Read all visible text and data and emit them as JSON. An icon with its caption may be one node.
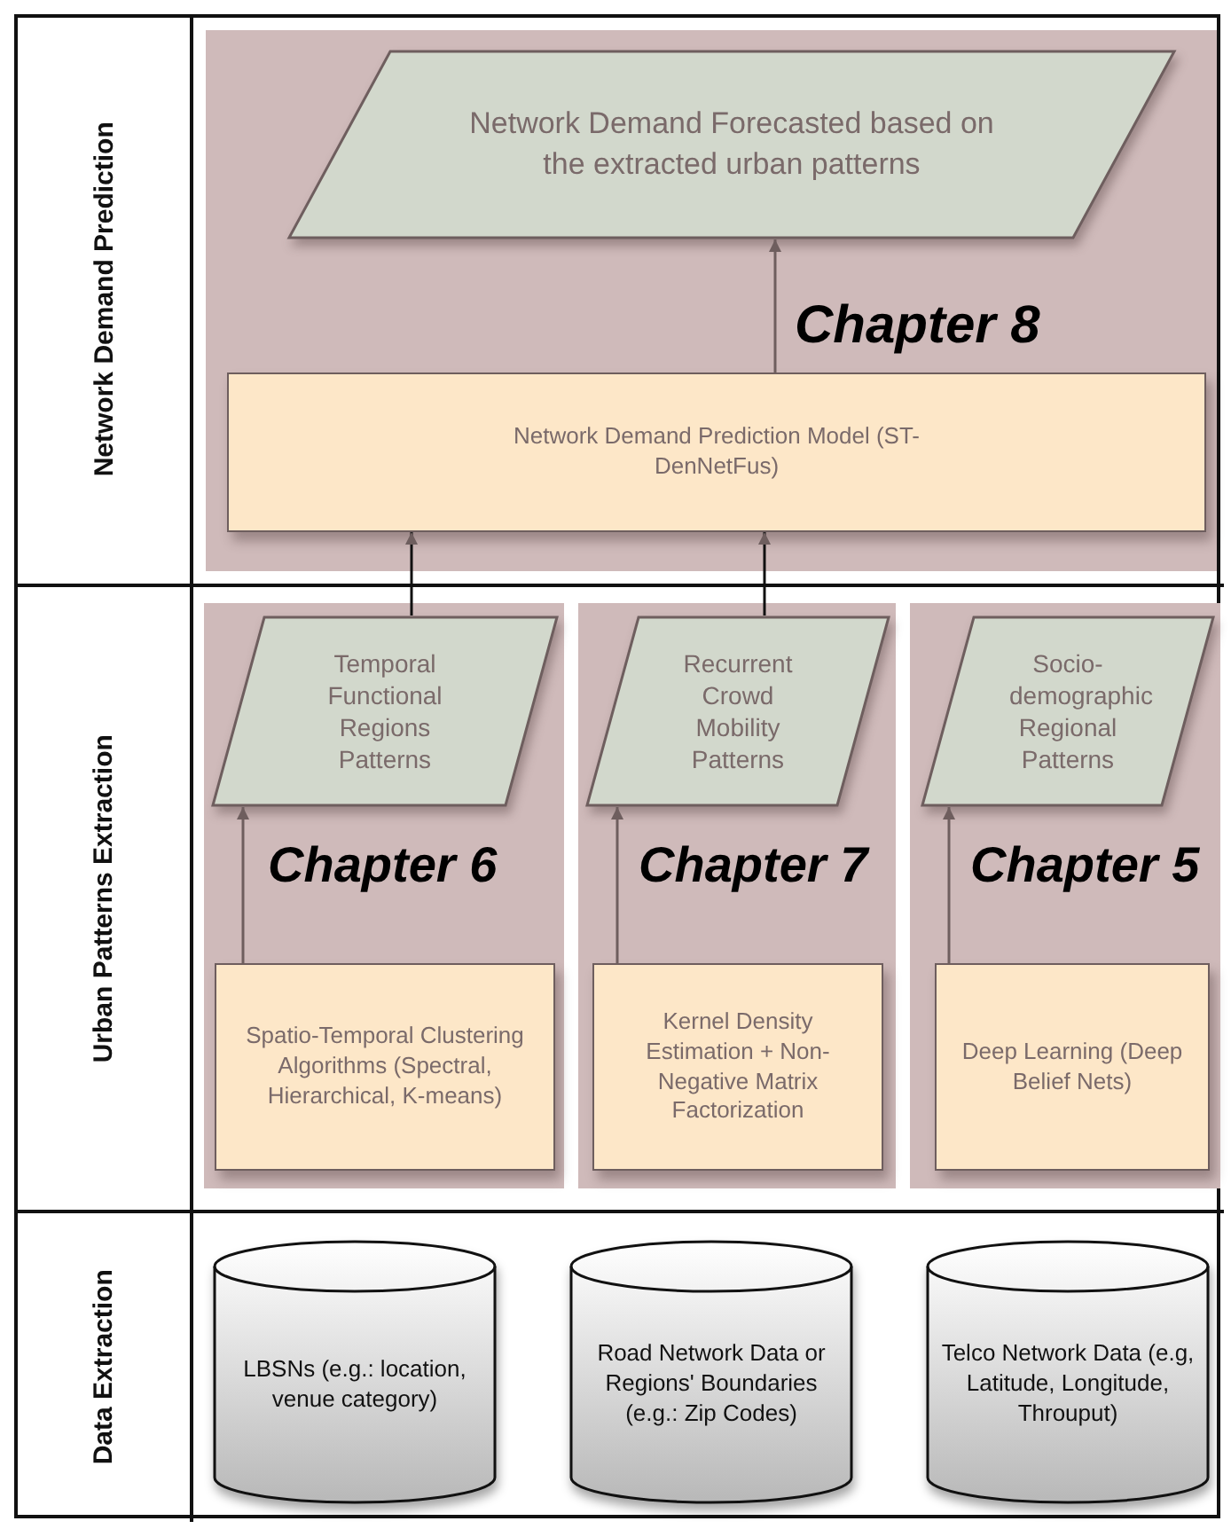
{
  "diagram": {
    "nodes": [
      {
        "text": [
          "Chapter 8"
        ]
      },
      {
        "text": [
          "Network Demand Forecasted based on the extracted urban patterns"
        ],
        "in": 0
      },
      {
        "text": [
          "Network Demand Prediction Model (ST-DenNetFus)"
        ],
        "in": 0
      },
      {
        "text": [
          "Chapter 6"
        ]
      },
      {
        "text": [
          "Temporal Functional Regions Patterns"
        ],
        "in": 3
      },
      {
        "text": [
          "Spatio-Temporal Clustering Algorithms (Spectral, Hierarchical, K-means)"
        ],
        "in": 3
      },
      {
        "text": [
          "Chapter 7"
        ]
      },
      {
        "text": [
          "Recurrent Crowd Mobility Patterns"
        ],
        "in": 6
      },
      {
        "text": [
          "Kernel Density Estimation + Non-Negative Matrix Factorization"
        ],
        "in": 6
      },
      {
        "text": [
          "Chapter 5"
        ]
      },
      {
        "text": [
          "Socio-demographic Regional Patterns"
        ],
        "in": 9
      },
      {
        "text": [
          "Deep Learning (Deep Belief Nets)"
        ],
        "in": 9
      },
      {
        "text": [
          "LBSNs (e.g.: location, venue category)"
        ]
      },
      {
        "text": [
          "Road Network Data or Regions' Boundaries (e.g.: Zip Codes)"
        ]
      },
      {
        "text": [
          "Telco Network Data (e.g, Latitude, Longitude, Throuput)"
        ]
      }
    ],
    "edges": [
      {
        "from": 2,
        "to": 1,
        "arrow": "to"
      },
      {
        "from": 5,
        "to": 4,
        "arrow": "to"
      },
      {
        "from": 8,
        "to": 7,
        "arrow": "to"
      },
      {
        "from": 11,
        "to": 10,
        "arrow": "to"
      },
      {
        "from": 4,
        "to": 2,
        "arrow": "to",
        "color": "#111111"
      },
      {
        "from": 7,
        "to": 2,
        "arrow": "to",
        "color": "#111111"
      }
    ],
    "labels": [
      "Network Demand Prediction",
      "Urban Patterns Extraction",
      "Data Extraction"
    ]
  }
}
